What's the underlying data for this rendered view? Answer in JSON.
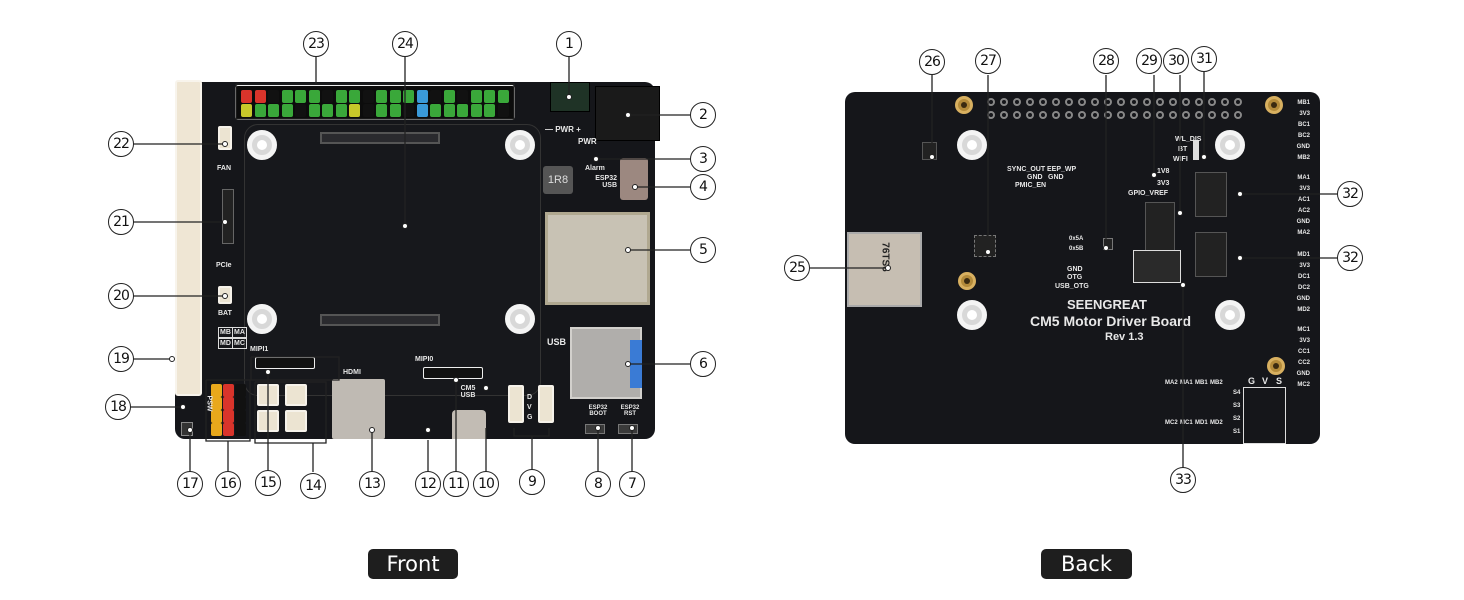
{
  "labels": {
    "front": "Front",
    "back": "Back"
  },
  "front_board": {
    "silkscreen": {
      "pwr_terminal": "— PWR +",
      "pwr_jack": "PWR",
      "alarm": "Alarm",
      "esp32_usb": "ESP32 USB",
      "inductor": "1R8",
      "usb": "USB",
      "esp32_boot": "ESP32 BOOT",
      "esp32_rst": "ESP32 RST",
      "mipi1": "MIPI1",
      "mipi0": "MIPI0",
      "hdmi": "HDMI",
      "cm5_usb": "CM5 USB",
      "fan": "FAN",
      "pcie": "PCIe",
      "bat": "BAT",
      "motor_grid": [
        "MB",
        "MA",
        "MD",
        "MC"
      ],
      "dvg": [
        "D",
        "V",
        "G"
      ],
      "psw": "PSW"
    }
  },
  "back_board": {
    "silkscreen": {
      "brand": "SEENGREAT",
      "product": "CM5 Motor Driver Board",
      "revision": "Rev 1.3",
      "sync_out": "SYNC_OUT",
      "eep_wp": "EEP_WP",
      "gnd_a": "GND",
      "gnd_b": "GND",
      "pmic_en": "PMIC_EN",
      "v1v8": "1V8",
      "v3v3": "3V3",
      "gpio_vref": "GPIO_VREF",
      "wl_dis": "WL_DIS",
      "bt": "BT",
      "wifi": "WIFI",
      "addr_a": "0x5A",
      "addr_b": "0x5B",
      "otg_labels": [
        "GND",
        "OTG",
        "USB_OTG"
      ],
      "right_pins": [
        "MB1",
        "3V3",
        "BC1",
        "BC2",
        "GND",
        "MB2",
        "MA1",
        "3V3",
        "AC1",
        "AC2",
        "GND",
        "MA2",
        "MD1",
        "3V3",
        "DC1",
        "DC2",
        "GND",
        "MD2",
        "MC1",
        "3V3",
        "CC1",
        "CC2",
        "GND",
        "MC2"
      ],
      "servo_header": [
        "G",
        "V",
        "S"
      ],
      "servo_rows": [
        "S4",
        "S3",
        "S2",
        "S1"
      ],
      "motor_pins_top": [
        "MA2",
        "MA1",
        "MB1",
        "MB2"
      ],
      "motor_pins_bottom": [
        "MC2",
        "MC1",
        "MD1",
        "MD2"
      ],
      "sd_card": "76TS6"
    }
  },
  "callouts": {
    "front": [
      "1",
      "2",
      "3",
      "4",
      "5",
      "6",
      "7",
      "8",
      "9",
      "10",
      "11",
      "12",
      "13",
      "14",
      "15",
      "16",
      "17",
      "18",
      "19",
      "20",
      "21",
      "22",
      "23",
      "24"
    ],
    "back": [
      "25",
      "26",
      "27",
      "28",
      "29",
      "30",
      "31",
      "32",
      "32",
      "33"
    ]
  }
}
